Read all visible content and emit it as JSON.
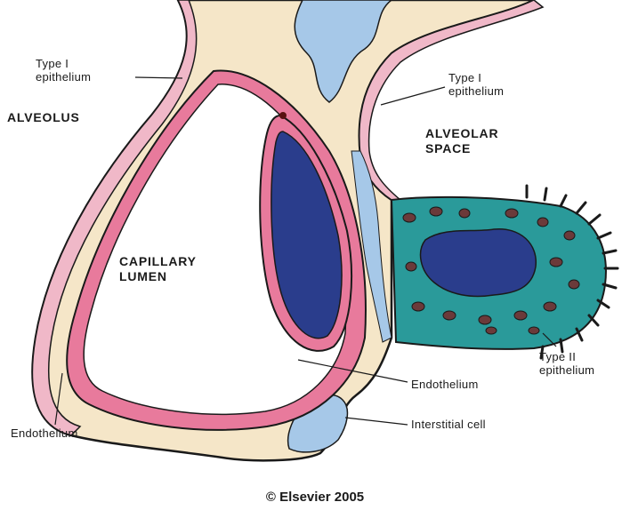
{
  "labels": {
    "type1_left_line1": "Type I",
    "type1_left_line2": "epithelium",
    "alveolus": "ALVEOLUS",
    "type1_right_line1": "Type I",
    "type1_right_line2": "epithelium",
    "alveolar_space_line1": "ALVEOLAR",
    "alveolar_space_line2": "SPACE",
    "capillary_lumen_line1": "CAPILLARY",
    "capillary_lumen_line2": "LUMEN",
    "type2_line1": "Type II",
    "type2_line2": "epithelium",
    "endothelium_right": "Endothelium",
    "interstitial_cell": "Interstitial cell",
    "endothelium_left": "Endothelium"
  },
  "footer": {
    "copyright": "© Elsevier 2005"
  },
  "colors": {
    "interstitium": "#f5e6c8",
    "type1_epithelium": "#f0b8c8",
    "endothelium_pink": "#e87a9c",
    "endothelial_nucleus": "#2a3d8c",
    "interstitial_blue": "#a6c8e8",
    "type2_cell": "#2a9a9a",
    "type2_nucleus": "#2a3d8c",
    "granules": "#6b3a3a",
    "outline": "#1a1a1a"
  }
}
